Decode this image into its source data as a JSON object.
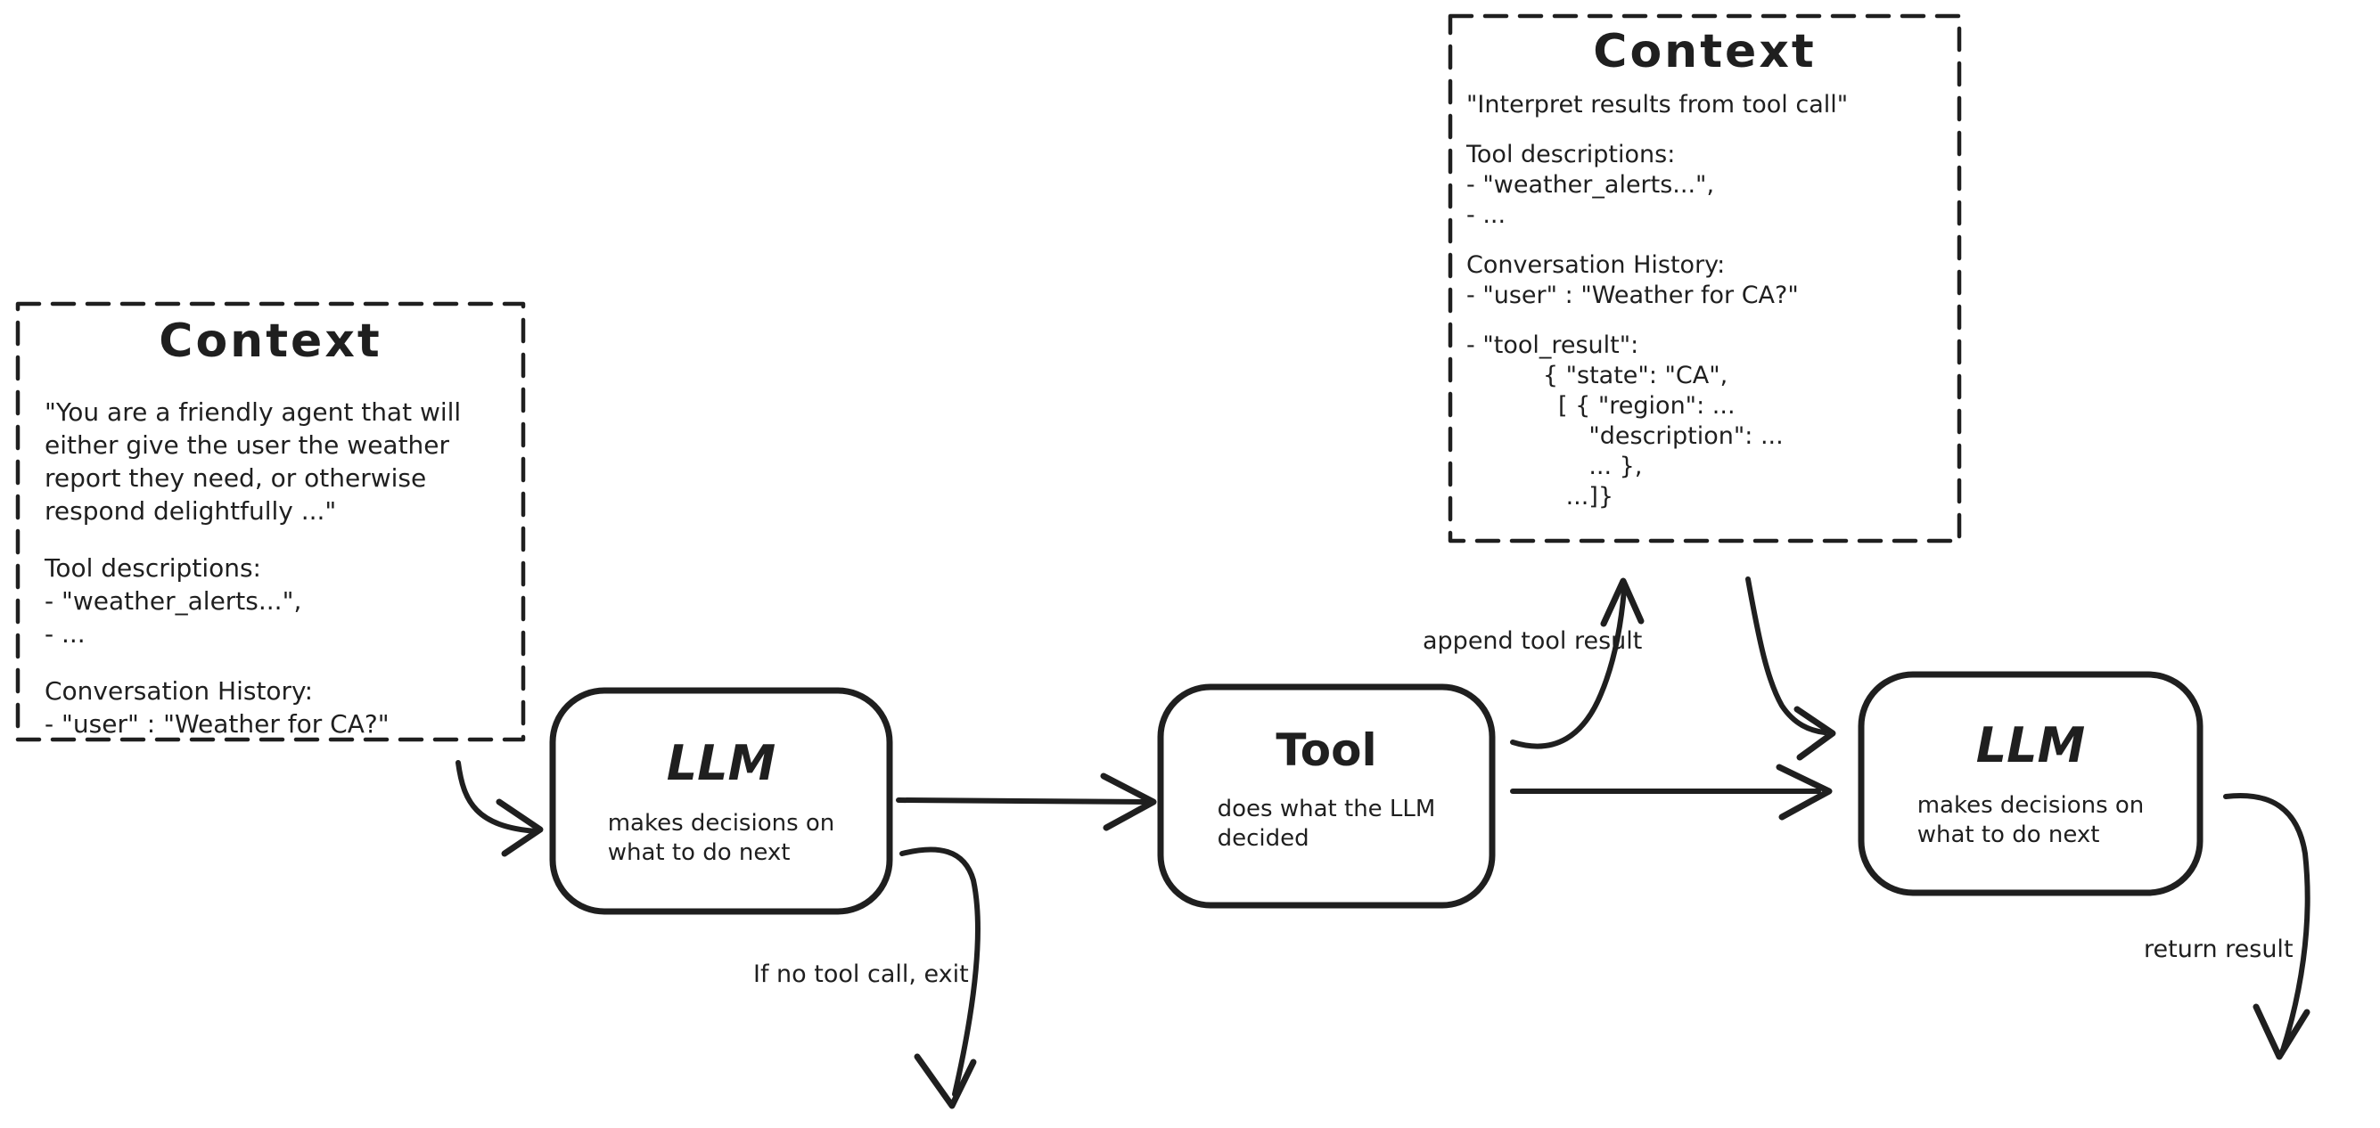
{
  "colors": {
    "ink": "#1f1f1f",
    "background": "#ffffff"
  },
  "context_left": {
    "title": "Context",
    "system_prompt": "\"You are a friendly agent that will\neither give the user the weather\nreport they need, or otherwise\nrespond delightfully ...\"",
    "tool_descriptions": "Tool descriptions:\n- \"weather_alerts...\",\n- ...",
    "conversation_history": "Conversation History:\n- \"user\" : \"Weather for CA?\""
  },
  "context_right": {
    "title": "Context",
    "instruction": "\"Interpret results from tool call\"",
    "tool_descriptions": "Tool descriptions:\n- \"weather_alerts...\",\n- ...",
    "conversation_history": "Conversation History:\n- \"user\" : \"Weather for CA?\"",
    "tool_result": "- \"tool_result\":\n          { \"state\": \"CA\",\n            [ { \"region\": ...\n                \"description\": ...\n                ... },\n             ...]}"
  },
  "nodes": {
    "llm_first": {
      "title": "LLM",
      "subtitle": "makes decisions on\nwhat to do next"
    },
    "tool": {
      "title": "Tool",
      "subtitle": "does what the LLM\ndecided"
    },
    "llm_second": {
      "title": "LLM",
      "subtitle": "makes decisions on\nwhat to do next"
    }
  },
  "edge_labels": {
    "append_tool_result": "append tool result",
    "no_tool_call_exit": "If no tool call, exit",
    "return_result": "return result"
  }
}
